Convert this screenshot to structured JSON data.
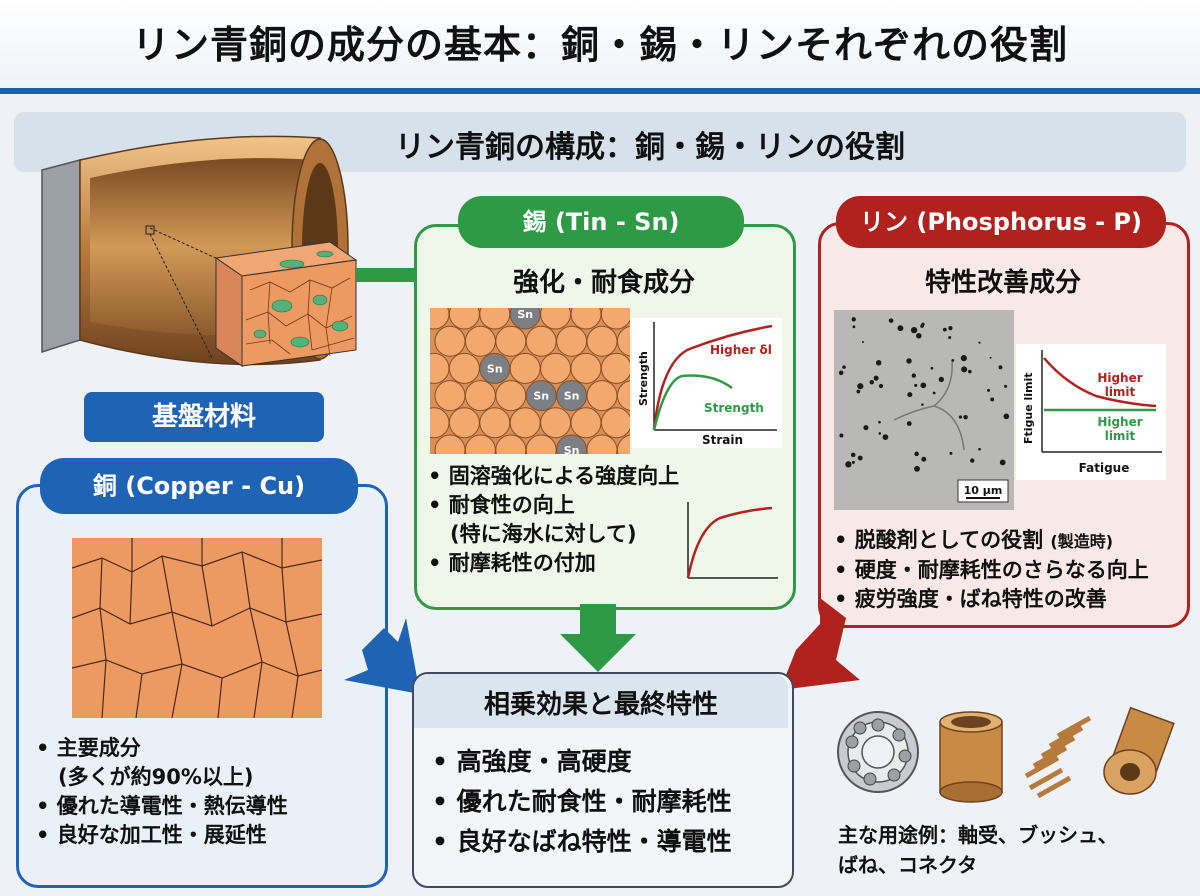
{
  "title": "リン青銅の成分の基本：銅・錫・リンそれぞれの役割",
  "subtitle": "リン青銅の構成：銅・錫・リンの役割",
  "tin": {
    "label": "錫 (Tin - Sn)",
    "heading": "強化・耐食成分",
    "atom_label": "Sn",
    "graph": {
      "x_label": "Strain",
      "y_label": "Strength",
      "higher_label": "Higher ẟl",
      "lower_label": "Strength"
    },
    "bullets": [
      "• 固溶強化による強度向上",
      "• 耐食性の向上",
      "(特に海水に対して)",
      "• 耐摩耗性の付加"
    ]
  },
  "phosphorus": {
    "label": "リン (Phosphorus - P)",
    "heading": "特性改善成分",
    "scale_bar": "10 μm",
    "graph": {
      "x_label": "Fatigue",
      "y_label": "Ftigue limit",
      "upper_label_1": "Higher",
      "upper_label_2": "limit",
      "lower_label_1": "Higher",
      "lower_label_2": "limit"
    },
    "bullets": [
      "• 脱酸剤としての役割",
      "• 硬度・耐摩耗性のさらなる向上",
      "• 疲労強度・ばね特性の改善"
    ],
    "bullet_note": "(製造時)"
  },
  "base": {
    "label": "基盤材料"
  },
  "copper": {
    "label": "銅 (Copper - Cu)",
    "bullets": [
      "• 主要成分",
      "(多くが約90%以上)",
      "• 優れた導電性・熱伝導性",
      "• 良好な加工性・展延性"
    ]
  },
  "synergy": {
    "heading": "相乗効果と最終特性",
    "bullets": [
      "• 高強度・高硬度",
      "• 優れた耐食性・耐摩耗性",
      "• 良好なばね特性・導電性"
    ]
  },
  "applications": {
    "line1": "主な用途例：軸受、ブッシュ、",
    "line2": "ばね、コネクタ"
  },
  "colors": {
    "tin": "#2e9a45",
    "phosphorus": "#b1221e",
    "copper": "#1f63b4",
    "title_rule": "#1f5fa8",
    "copper_grain": "#ec9a62"
  }
}
